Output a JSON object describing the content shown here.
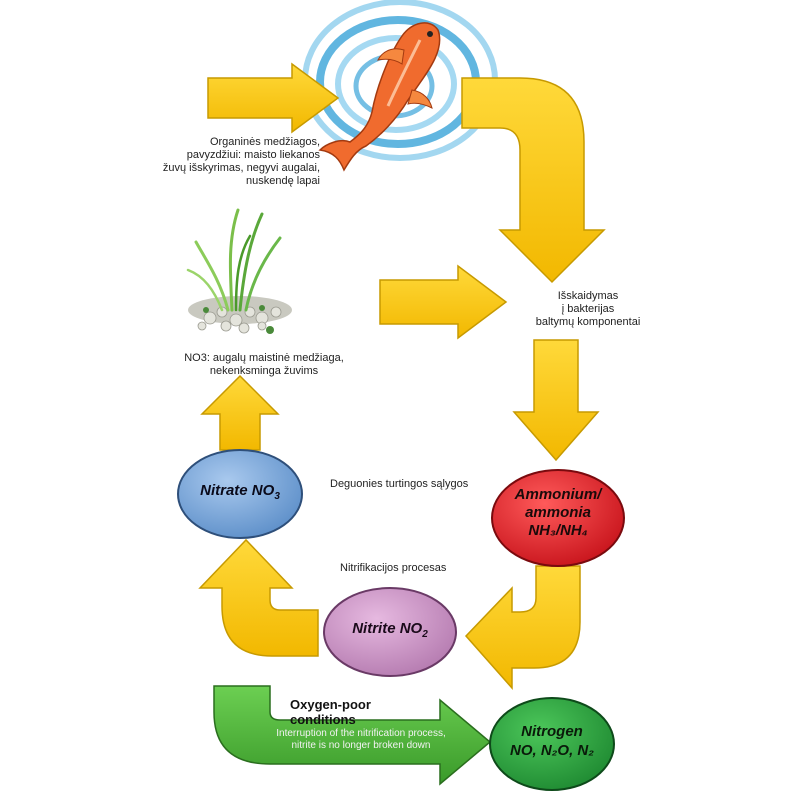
{
  "labels": {
    "organic": [
      "Organinės medžiagos,",
      "pavyzdžiui: maisto liekanos",
      "žuvų išskyrimas, negyvi augalai,",
      "nuskendę lapai"
    ],
    "decomposition": [
      "Išskaidymas",
      "į bakterijas",
      "baltymų komponentai"
    ],
    "no3_note": [
      "NO3: augalų maistinė medžiaga,",
      "nekenksminga žuvims"
    ],
    "oxygen_rich": "Deguonies turtingos sąlygos",
    "nitrification": "Nitrifikacijos procesas",
    "oxygen_poor": "Oxygen-poor conditions",
    "interruption": [
      "Interruption of the nitrification process,",
      "nitrite is no longer broken down"
    ]
  },
  "nodes": {
    "ammonium": {
      "line1": "Ammonium/",
      "line2": "ammonia",
      "formula": "NH₃/NH₄",
      "color": "#e3262d"
    },
    "nitrite": {
      "name": "Nitrite NO",
      "sub": "2",
      "color": "#c58bbf"
    },
    "nitrate": {
      "name": "Nitrate NO",
      "sub": "3",
      "color": "#6f9ed4"
    },
    "nitrogen": {
      "line1": "Nitrogen",
      "formula": "NO, N₂O, N₂",
      "color": "#2ea043"
    }
  },
  "colors": {
    "arrow_yellow": "#f6c412",
    "arrow_outline": "#9a7a00",
    "arrow_green": "#4caf3a",
    "swirl_blue": "#3aa4d8",
    "fish_orange": "#f06b2e"
  },
  "icons": [
    "fish-icon",
    "aquatic-plant-icon",
    "water-swirl-icon"
  ]
}
